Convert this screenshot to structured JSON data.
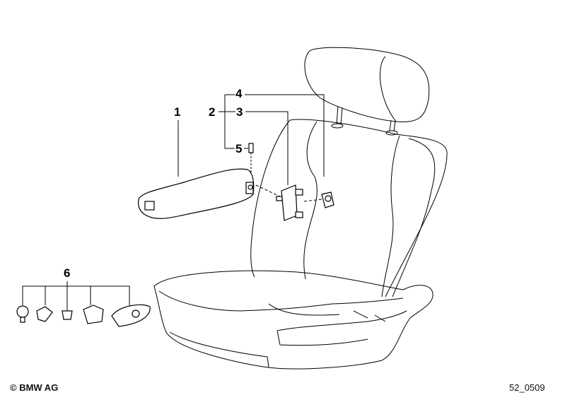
{
  "callouts": {
    "armrest": "1",
    "bolt_2": "2",
    "bracket_3": "3",
    "nut_4": "4",
    "pin_5": "5",
    "clips_6": "6"
  },
  "footer": {
    "copyright": "© BMW AG",
    "diagram_id": "52_0509"
  }
}
